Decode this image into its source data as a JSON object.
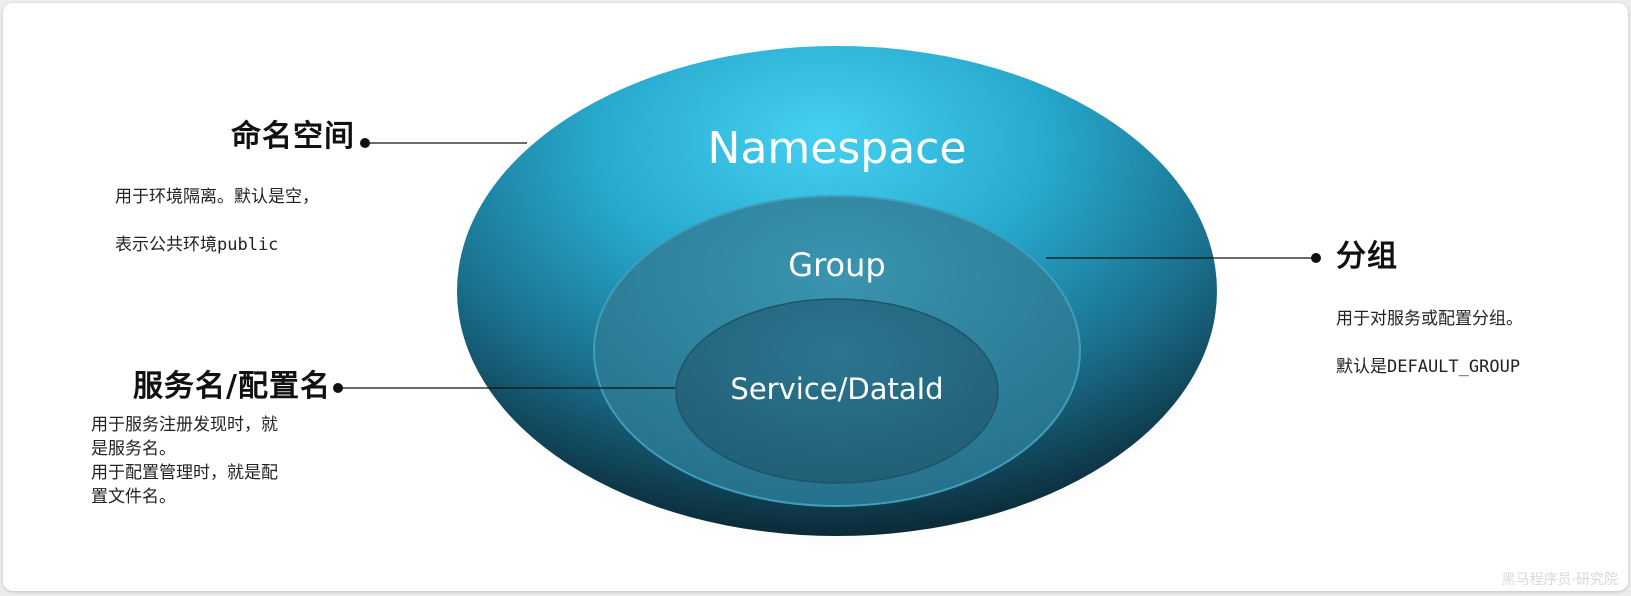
{
  "layers": {
    "outer": {
      "label": "Namespace"
    },
    "middle": {
      "label": "Group"
    },
    "inner": {
      "label": "Service/DataId"
    }
  },
  "callouts": {
    "namespace": {
      "title": "命名空间",
      "desc_line1": "用于环境隔离。默认是空，",
      "desc_line2_prefix": "表示公共环境",
      "desc_line2_code": "public"
    },
    "group": {
      "title": "分组",
      "desc_line1": "用于对服务或配置分组。",
      "desc_line2_prefix": "默认是",
      "desc_line2_code": "DEFAULT_GROUP"
    },
    "service": {
      "title": "服务名/配置名",
      "desc": "用于服务注册发现时，就\n是服务名。\n用于配置管理时，就是配\n置文件名。"
    }
  },
  "watermark": "黑马程序员·研究院",
  "colors": {
    "outer_light": "#3cc7ea",
    "outer_dark": "#0d3a4c",
    "middle": "#2e8aa5",
    "inner": "#2a6f87",
    "text_light": "#ffffff",
    "connector": "#111111"
  }
}
